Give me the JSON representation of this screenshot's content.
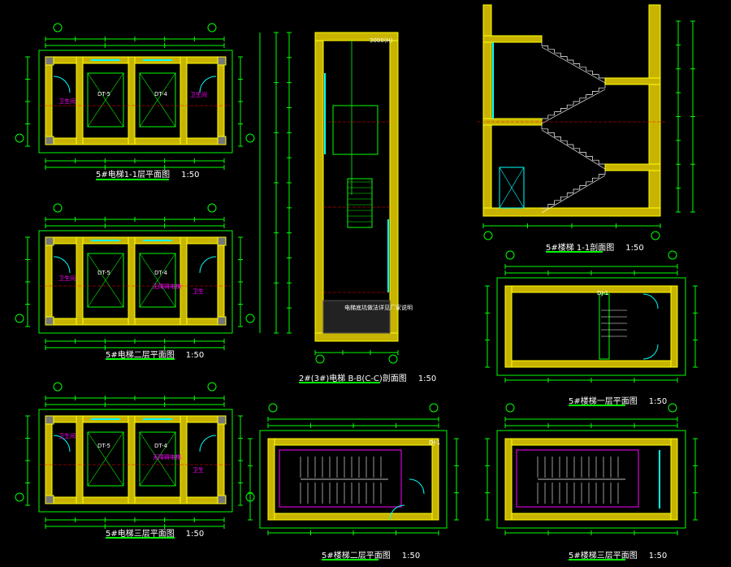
{
  "colors": {
    "background": "#000000",
    "wall": "#ffff00",
    "wall_hatch": "#c8b400",
    "dimension": "#00ff00",
    "glass": "#00ffff",
    "axis": "#ff0000",
    "text": "#ffffff",
    "magenta": "#ff00ff"
  },
  "plans": {
    "p1": {
      "title": "5#电梯1-1层平面图",
      "scale": "1:50",
      "elev_1": "DT-5",
      "elev_2": "DT-4",
      "room_left": "卫生间",
      "room_right": "卫生间"
    },
    "p2": {
      "title": "5#电梯二层平面图",
      "scale": "1:50",
      "elev_1": "DT-5",
      "elev_2": "DT-4",
      "room_left": "卫生间",
      "room_right": "无障碍电梯",
      "note_right": "卫生"
    },
    "p3": {
      "title": "5#电梯三层平面图",
      "scale": "1:50",
      "elev_1": "DT-5",
      "elev_2": "DT-4",
      "room_left": "卫生间",
      "room_right": "无障碍电梯",
      "note_right": "卫生"
    }
  },
  "section_elevator": {
    "title": "2#(3#)电梯 B-B(C-C)剖面图",
    "scale": "1:50",
    "top_note": "3000(H)",
    "pit_note": "电梯底坑做法详见厂家说明"
  },
  "section_stair": {
    "title": "5#楼梯 1-1剖面图",
    "scale": "1:50"
  },
  "stair_plans": {
    "s1": {
      "title": "5#楼梯一层平面图",
      "scale": "1:50",
      "label": "DJ-1"
    },
    "s2": {
      "title": "5#楼梯二层平面图",
      "scale": "1:50",
      "label": "DJ-1"
    },
    "s3": {
      "title": "5#楼梯三层平面图",
      "scale": "1:50"
    }
  }
}
